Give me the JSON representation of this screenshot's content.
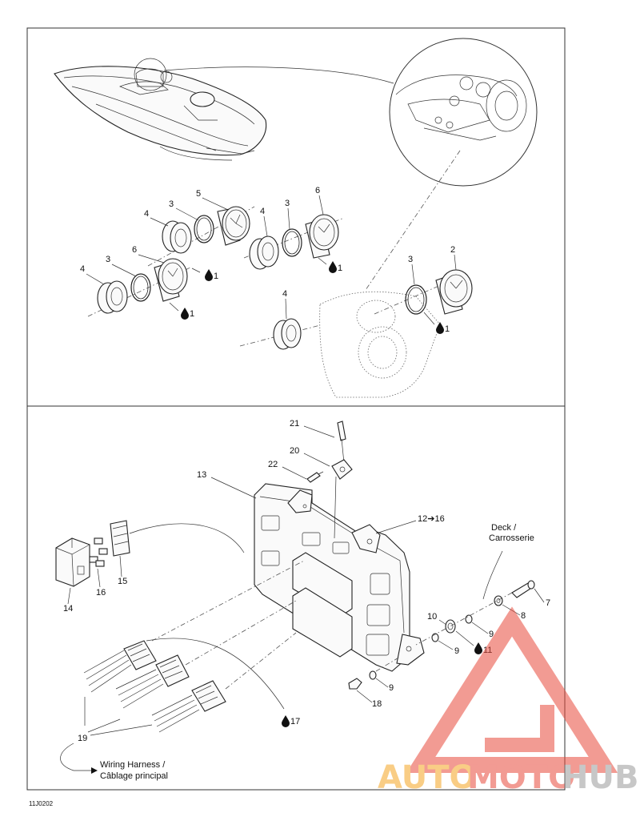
{
  "top_panel": {
    "callouts": {
      "c2": "2",
      "c3a": "3",
      "c3b": "3",
      "c3c": "3",
      "c3d": "3",
      "c4a": "4",
      "c4b": "4",
      "c4c": "4",
      "c4d": "4",
      "c5": "5",
      "c6a": "6",
      "c6b": "6"
    },
    "drop_notes": {
      "d1": "1",
      "d2": "1",
      "d3": "1",
      "d4": "1"
    },
    "torque_note": "1"
  },
  "bottom_panel": {
    "callouts": {
      "c7": "7",
      "c8": "8",
      "c9a": "9",
      "c9b": "9",
      "c9c": "9",
      "c10": "10",
      "c11": "11",
      "c12": "12➔16",
      "c13": "13",
      "c14": "14",
      "c15": "15",
      "c16": "16",
      "c17": "17",
      "c18": "18",
      "c19": "19",
      "c20": "20",
      "c21": "21",
      "c22": "22"
    },
    "deck_label": [
      "Deck /",
      "Carrosserie"
    ],
    "harness_label": [
      "Wiring Harness /",
      "Câblage principal"
    ]
  },
  "drawing_code": "11J0202",
  "watermark": {
    "auto": "AUTO",
    "moto": "MOTO",
    "hub": "HUB",
    "colors": {
      "red": "#e84a3c",
      "orange": "#f5a623",
      "grey": "#9a9a9a"
    }
  },
  "icons": {
    "drop": "oil-drop-icon",
    "arrow": "torque-arrow-icon"
  }
}
